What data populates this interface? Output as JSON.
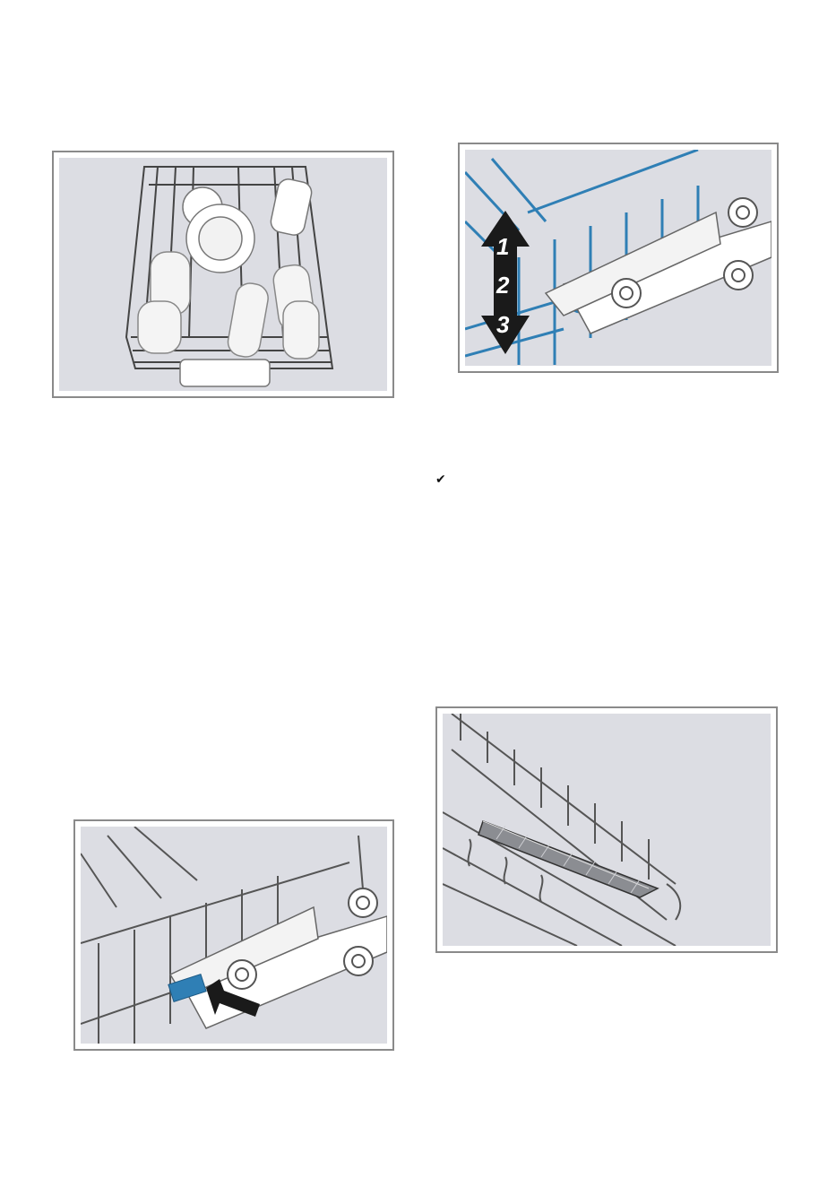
{
  "figures": {
    "height_adjust": {
      "positions": [
        "1",
        "2",
        "3"
      ]
    }
  },
  "checkmark": "✔",
  "colors": {
    "panel_bg": "#dcdde3",
    "frame": "#8a8a8a",
    "accent_blue": "#2f7fb5",
    "wire": "#555555"
  },
  "icons": [
    "check-icon",
    "up-down-arrow-icon",
    "push-arrow-icon"
  ]
}
